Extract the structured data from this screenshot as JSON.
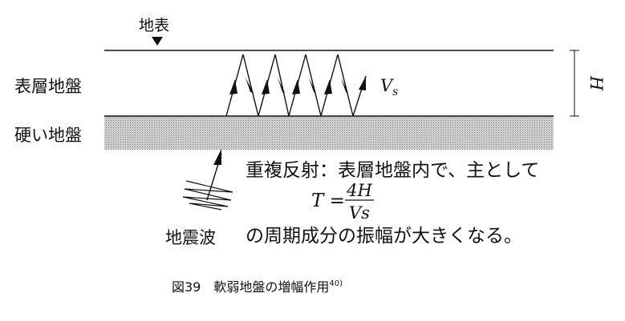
{
  "labels": {
    "ground_surface": "地表",
    "surface_layer": "表層地盤",
    "hard_ground": "硬い地盤",
    "seismic_wave": "地震波",
    "velocity": "V",
    "velocity_sub": "s",
    "thickness": "H"
  },
  "text": {
    "line1": "重複反射：表層地盤内で、主として",
    "formula_lhs": "T =",
    "formula_num": "4H",
    "formula_den": "Vs",
    "line3": "の周期成分の振幅が大きくなる。"
  },
  "caption": {
    "main": "図39　軟弱地盤の増幅作用",
    "ref": "40)"
  }
}
